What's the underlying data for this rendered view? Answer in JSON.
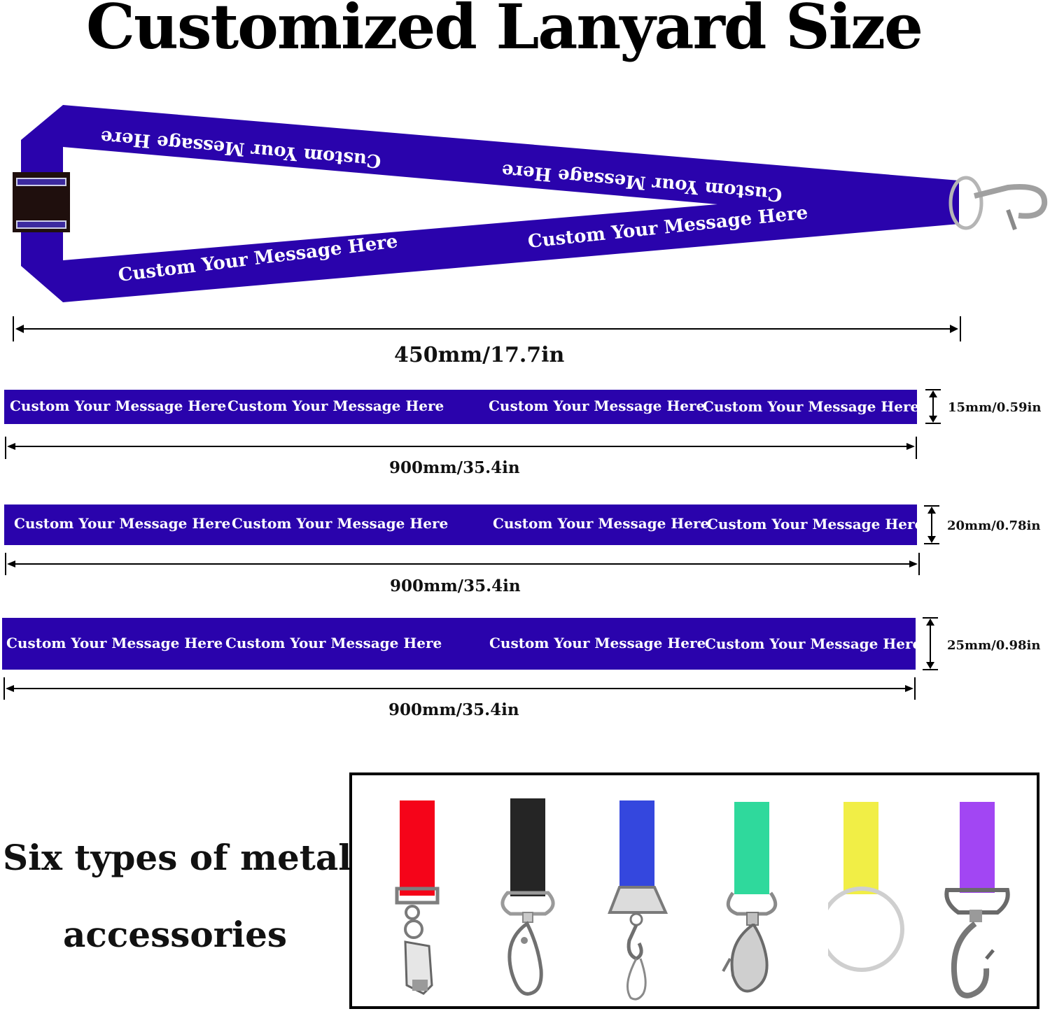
{
  "title": "Customized Lanyard Size",
  "strap_color": "#2a03ac",
  "message_text": "Custom Your Message Here",
  "lanyard_length": "450mm/17.7in",
  "straps": [
    {
      "width_label": "15mm/0.59in",
      "length_label": "900mm/35.4in"
    },
    {
      "width_label": "20mm/0.78in",
      "length_label": "900mm/35.4in"
    },
    {
      "width_label": "25mm/0.98in",
      "length_label": "900mm/35.4in"
    }
  ],
  "accessories": {
    "title_line1": "Six types of metal",
    "title_line2": "accessories",
    "items": [
      {
        "color": "#f50419",
        "type": "bulldog-clip"
      },
      {
        "color": "#252525",
        "type": "lobster-clasp"
      },
      {
        "color": "#3447de",
        "type": "j-hook"
      },
      {
        "color": "#2fd99c",
        "type": "swivel-snap-hook"
      },
      {
        "color": "#f1ee46",
        "type": "split-ring"
      },
      {
        "color": "#a246f3",
        "type": "trigger-snap-hook"
      }
    ]
  }
}
